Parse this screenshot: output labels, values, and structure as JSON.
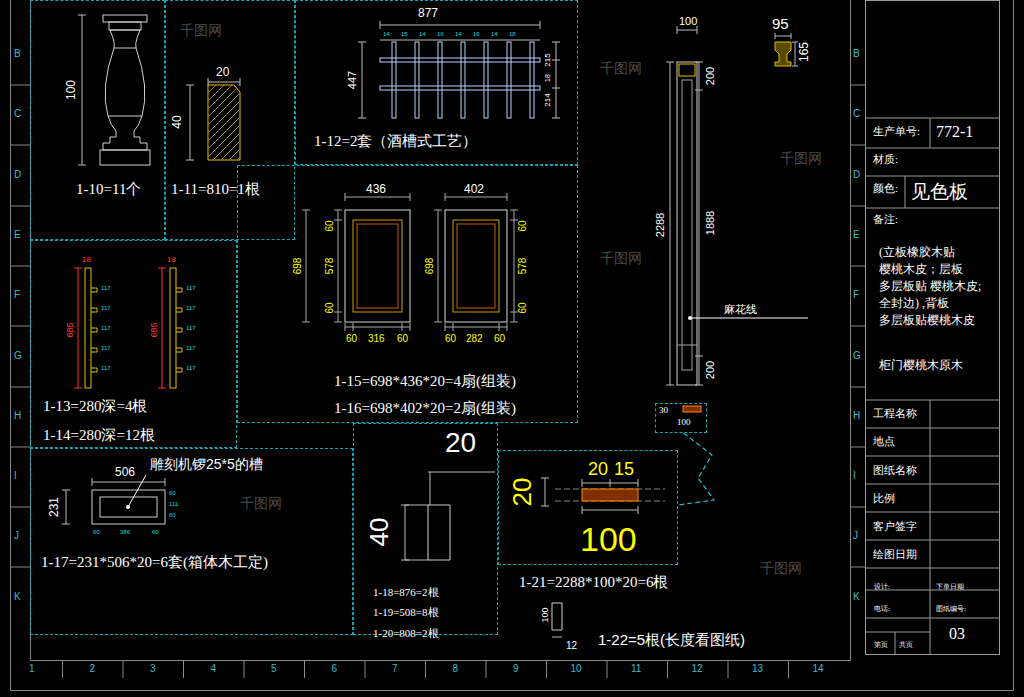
{
  "diagram": {
    "nodes": [
      {
        "text": [
          "1-10=11个"
        ]
      },
      {
        "text": [
          "1-11=810=1根"
        ]
      },
      {
        "text": [
          "1-12=2套（酒槽式工艺）"
        ]
      },
      {
        "text": [
          "1-13=280深=4根",
          "1-14=280深=12根"
        ]
      },
      {
        "text": [
          "1-15=698*436*20=4扇(组装)",
          "1-16=698*402*20=2扇(组装)"
        ]
      },
      {
        "text": [
          "1-17=231*506*20=6套(箱体木工定)"
        ]
      },
      {
        "text": [
          "1-18=876=2根",
          "1-19=508=8根",
          "1-20=808=2根"
        ]
      },
      {
        "text": [
          "1-21=2288*100*20=6根"
        ]
      },
      {
        "text": [
          "30",
          "100"
        ]
      },
      {
        "text": [
          "生产单号:",
          "772-1",
          "材质:",
          "颜色:",
          "见色板",
          "备注:",
          "(立板橡胶木贴 樱桃木皮；层板 多层板贴 樱桃木皮;全封边) ,背板 多层板贴樱桃木皮",
          "柜门樱桃木原木",
          "工程名称",
          "地点",
          "图纸名称",
          "比例",
          "客户签字",
          "绘图日期",
          "设计:",
          "下单日期",
          "电话:",
          "图纸编号:",
          "第页",
          "共页",
          "03"
        ]
      }
    ],
    "edges": [
      {
        "from": 8,
        "to": 7,
        "arrow": "none"
      }
    ],
    "labels": [
      "B",
      "C",
      "D",
      "E",
      "F",
      "G",
      "H",
      "I",
      "J",
      "K",
      "B",
      "C",
      "D",
      "E",
      "F",
      "G",
      "H",
      "I",
      "J",
      "K",
      "1",
      "2",
      "3",
      "4",
      "5",
      "6",
      "7",
      "8",
      "9",
      "10",
      "11",
      "12",
      "13",
      "14",
      "100",
      "20",
      "40",
      "877",
      "447",
      "14",
      "15",
      "14",
      "16",
      "14",
      "16",
      "14",
      "18",
      "215",
      "18",
      "214",
      "18",
      "685",
      "117",
      "117",
      "117",
      "117",
      "117",
      "18",
      "685",
      "117",
      "117",
      "117",
      "117",
      "117",
      "436",
      "402",
      "60",
      "578",
      "60",
      "698",
      "60",
      "316",
      "60",
      "698",
      "60",
      "578",
      "60",
      "60",
      "282",
      "60",
      "100",
      "200",
      "2288",
      "1888",
      "200",
      "麻花线",
      "95",
      "165",
      "506",
      "231",
      "雕刻机锣25*5的槽",
      "60",
      "386",
      "60",
      "60",
      "111",
      "60",
      "20",
      "40",
      "20",
      "20",
      "15",
      "100",
      "100",
      "12",
      "1-22=5根(长度看图纸)",
      "千图网",
      "千图网",
      "千图网",
      "千图网",
      "千图网",
      "千图网"
    ]
  }
}
